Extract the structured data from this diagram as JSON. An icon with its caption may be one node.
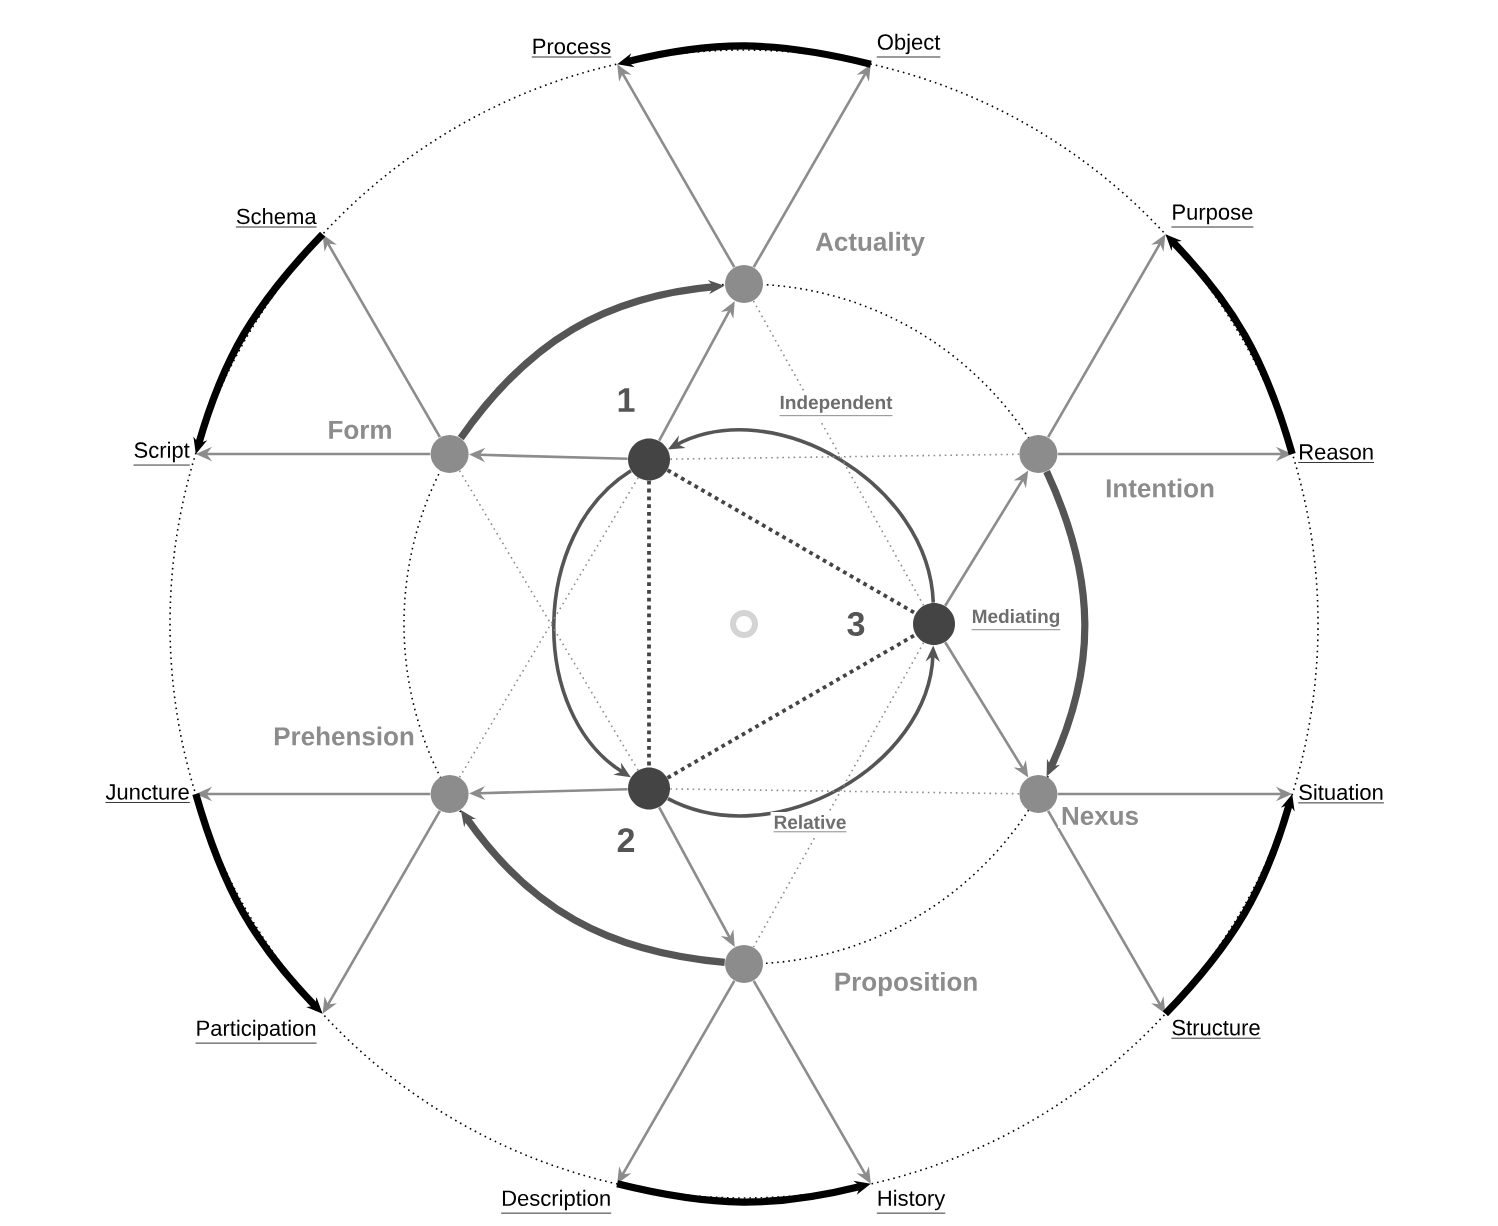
{
  "diagram": {
    "nodes": [
      {
        "text": [
          "Process"
        ]
      },
      {
        "text": [
          "Object"
        ]
      },
      {
        "text": [
          "Schema"
        ]
      },
      {
        "text": [
          "Purpose"
        ]
      },
      {
        "text": [
          "Script"
        ]
      },
      {
        "text": [
          "Reason"
        ]
      },
      {
        "text": [
          "Juncture"
        ]
      },
      {
        "text": [
          "Situation"
        ]
      },
      {
        "text": [
          "Participation"
        ]
      },
      {
        "text": [
          "Structure"
        ]
      },
      {
        "text": [
          "Description"
        ]
      },
      {
        "text": [
          "History"
        ]
      },
      {
        "text": [],
        "shape": "circle",
        "beside": [
          "Actuality"
        ]
      },
      {
        "text": [],
        "shape": "circle",
        "beside": [
          "Form"
        ]
      },
      {
        "text": [],
        "shape": "circle",
        "beside": [
          "Intention"
        ]
      },
      {
        "text": [],
        "shape": "circle",
        "beside": [
          "Prehension"
        ]
      },
      {
        "text": [],
        "shape": "circle",
        "beside": [
          "Nexus"
        ]
      },
      {
        "text": [],
        "shape": "circle",
        "beside": [
          "Proposition"
        ]
      },
      {
        "text": [],
        "shape": "circle",
        "beside": [
          "1"
        ]
      },
      {
        "text": [],
        "shape": "circle",
        "beside": [
          "2"
        ]
      },
      {
        "text": [],
        "shape": "circle",
        "beside": [
          "3",
          "Mediating"
        ]
      }
    ],
    "edges": [
      {
        "from": 12,
        "to": 0,
        "arrow": "to"
      },
      {
        "from": 12,
        "to": 1,
        "arrow": "to"
      },
      {
        "from": 13,
        "to": 2,
        "arrow": "to"
      },
      {
        "from": 13,
        "to": 4,
        "arrow": "to"
      },
      {
        "from": 14,
        "to": 3,
        "arrow": "to"
      },
      {
        "from": 14,
        "to": 5,
        "arrow": "to"
      },
      {
        "from": 15,
        "to": 6,
        "arrow": "to"
      },
      {
        "from": 15,
        "to": 8,
        "arrow": "to"
      },
      {
        "from": 16,
        "to": 7,
        "arrow": "to"
      },
      {
        "from": 16,
        "to": 9,
        "arrow": "to"
      },
      {
        "from": 17,
        "to": 10,
        "arrow": "to"
      },
      {
        "from": 17,
        "to": 11,
        "arrow": "to"
      },
      {
        "from": 18,
        "to": 13,
        "arrow": "to"
      },
      {
        "from": 18,
        "to": 12,
        "arrow": "to"
      },
      {
        "from": 19,
        "to": 15,
        "arrow": "to"
      },
      {
        "from": 19,
        "to": 17,
        "arrow": "to"
      },
      {
        "from": 20,
        "to": 14,
        "arrow": "to"
      },
      {
        "from": 20,
        "to": 16,
        "arrow": "to"
      },
      {
        "from": 13,
        "to": 12,
        "arrow": "to",
        "style": "thick",
        "color": "#555555"
      },
      {
        "from": 14,
        "to": 16,
        "arrow": "to",
        "style": "thick",
        "color": "#555555"
      },
      {
        "from": 17,
        "to": 15,
        "arrow": "to",
        "style": "thick",
        "color": "#555555"
      },
      {
        "from": 1,
        "to": 0,
        "arrow": "to",
        "style": "thick",
        "color": "#000000"
      },
      {
        "from": 2,
        "to": 4,
        "arrow": "to",
        "style": "thick",
        "color": "#000000"
      },
      {
        "from": 5,
        "to": 3,
        "arrow": "to",
        "style": "thick",
        "color": "#000000"
      },
      {
        "from": 9,
        "to": 7,
        "arrow": "to",
        "style": "thick",
        "color": "#000000"
      },
      {
        "from": 10,
        "to": 11,
        "arrow": "to",
        "style": "thick",
        "color": "#000000"
      },
      {
        "from": 6,
        "to": 8,
        "arrow": "to",
        "style": "thick",
        "color": "#000000"
      },
      {
        "from": 20,
        "to": 18,
        "arrow": "to",
        "color": "#555555"
      },
      {
        "from": 18,
        "to": 19,
        "arrow": "to",
        "color": "#555555"
      },
      {
        "from": 19,
        "to": 20,
        "arrow": "to",
        "color": "#555555"
      },
      {
        "from": 18,
        "to": 19,
        "arrow": "none",
        "style": "dashed",
        "color": "#444444"
      },
      {
        "from": 18,
        "to": 20,
        "arrow": "none",
        "style": "dashed",
        "color": "#444444"
      },
      {
        "from": 19,
        "to": 20,
        "arrow": "none",
        "style": "dashed",
        "color": "#444444"
      },
      {
        "from": 12,
        "to": 20,
        "arrow": "none",
        "style": "dashed"
      },
      {
        "from": 16,
        "to": 19,
        "arrow": "none",
        "style": "dashed"
      },
      {
        "from": 15,
        "to": 18,
        "arrow": "none",
        "style": "dashed"
      },
      {
        "from": 18,
        "to": 14,
        "arrow": "none",
        "style": "dashed"
      },
      {
        "from": 20,
        "to": 17,
        "arrow": "none",
        "style": "dashed"
      },
      {
        "from": 19,
        "to": 13,
        "arrow": "none",
        "style": "dashed"
      }
    ],
    "labels": [
      "Independent",
      "Relative"
    ]
  }
}
